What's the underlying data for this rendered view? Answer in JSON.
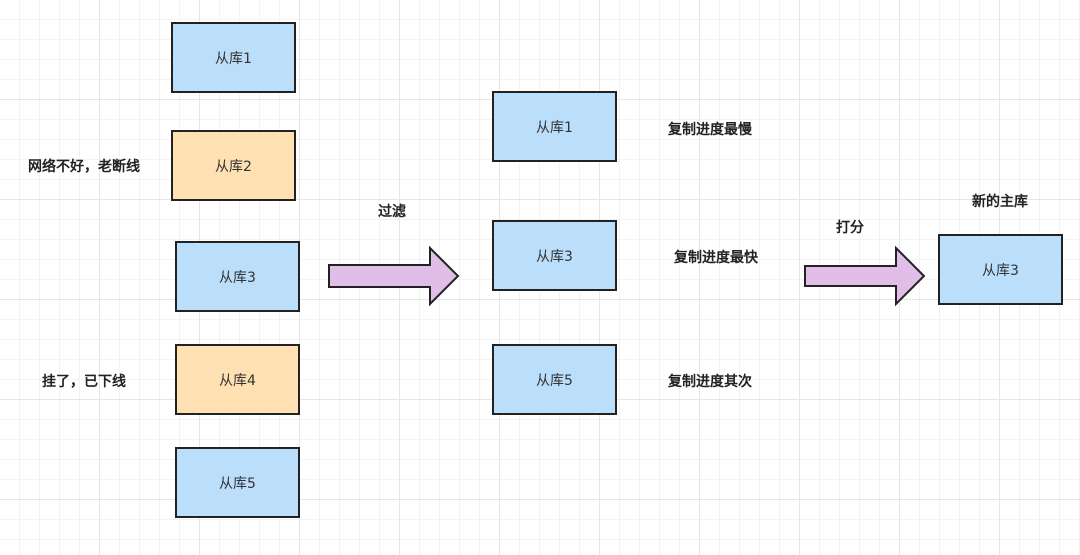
{
  "colors": {
    "normal_fill": "#bbdefb",
    "offline_fill": "#ffe0b2",
    "stroke": "#222222",
    "arrow_fill": "#e1bee7"
  },
  "left_column": {
    "nodes": [
      {
        "label": "从库1",
        "status": "normal"
      },
      {
        "label": "从库2",
        "status": "offline"
      },
      {
        "label": "从库3",
        "status": "normal"
      },
      {
        "label": "从库4",
        "status": "offline"
      },
      {
        "label": "从库5",
        "status": "normal"
      }
    ],
    "notes": {
      "network_bad": "网络不好，老断线",
      "down": "挂了，已下线"
    }
  },
  "filter_arrow": {
    "label": "过滤"
  },
  "middle_column": {
    "nodes": [
      {
        "label": "从库1",
        "note": "复制进度最慢"
      },
      {
        "label": "从库3",
        "note": "复制进度最快"
      },
      {
        "label": "从库5",
        "note": "复制进度其次"
      }
    ]
  },
  "score_arrow": {
    "label": "打分"
  },
  "result": {
    "title": "新的主库",
    "node_label": "从库3"
  }
}
